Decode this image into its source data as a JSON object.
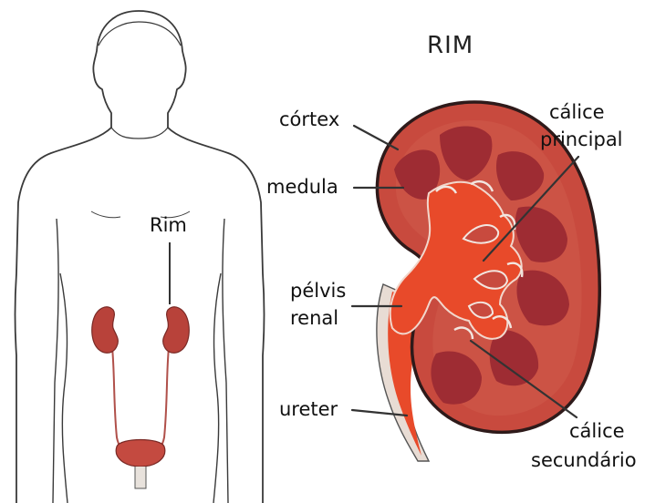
{
  "title": "RIM",
  "body_label": "Rim",
  "labels": {
    "cortex": "córtex",
    "medula": "medula",
    "pelvis_1": "pélvis",
    "pelvis_2": "renal",
    "ureter": "ureter",
    "calice_principal_1": "cálice",
    "calice_principal_2": "principal",
    "calice_secundario_1": "cálice",
    "calice_secundario_2": "secundário"
  },
  "colors": {
    "kidney_outer": "#c4463a",
    "kidney_cortex": "#c84a3e",
    "pyramid": "#9e2c33",
    "pelvis": "#e84a2a",
    "capsule": "#3a1f1f",
    "outline": "#2b2b2b"
  }
}
